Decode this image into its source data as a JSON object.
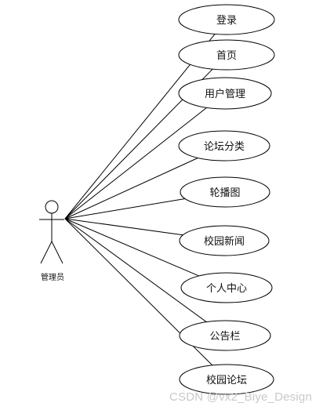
{
  "actor": {
    "label": "管理员",
    "icon": "stick-figure-icon"
  },
  "use_cases": [
    {
      "label": "登录"
    },
    {
      "label": "首页"
    },
    {
      "label": "用户管理"
    },
    {
      "label": "论坛分类"
    },
    {
      "label": "轮播图"
    },
    {
      "label": "校园新闻"
    },
    {
      "label": "个人中心"
    },
    {
      "label": "公告栏"
    },
    {
      "label": "校园论坛"
    }
  ],
  "watermark": "CSDN @vx2_Biye_Design"
}
